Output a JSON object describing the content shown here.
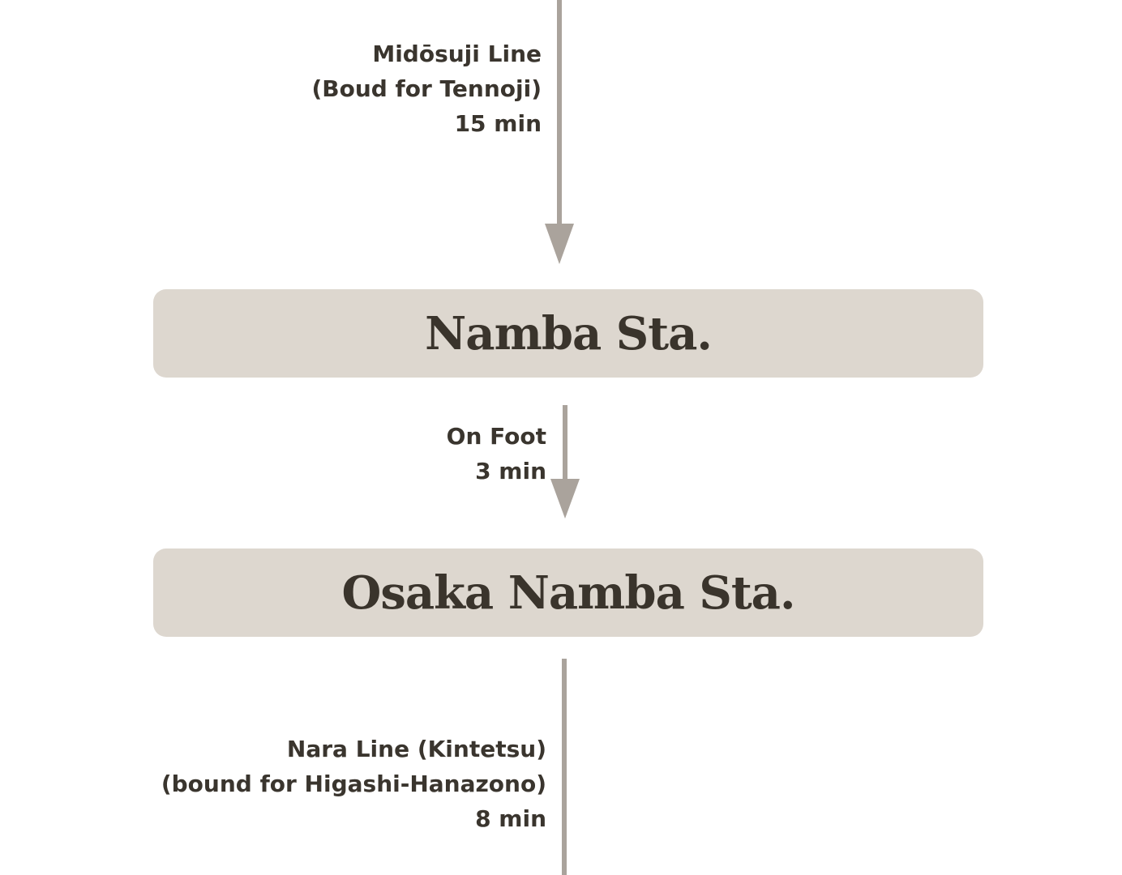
{
  "colors": {
    "arrow": "#aaa39c",
    "station_fill": "#ddd7cf",
    "text": "#3a352e"
  },
  "segments": [
    {
      "lines": [
        "Midōsuji Line",
        "(Boud for Tennoji)",
        "15 min"
      ]
    },
    {
      "lines": [
        "On Foot",
        "3 min"
      ]
    },
    {
      "lines": [
        "Nara Line (Kintetsu)",
        "(bound for Higashi-Hanazono)",
        "8 min"
      ]
    }
  ],
  "stations": [
    {
      "name": "Namba Sta."
    },
    {
      "name": "Osaka Namba Sta."
    }
  ]
}
